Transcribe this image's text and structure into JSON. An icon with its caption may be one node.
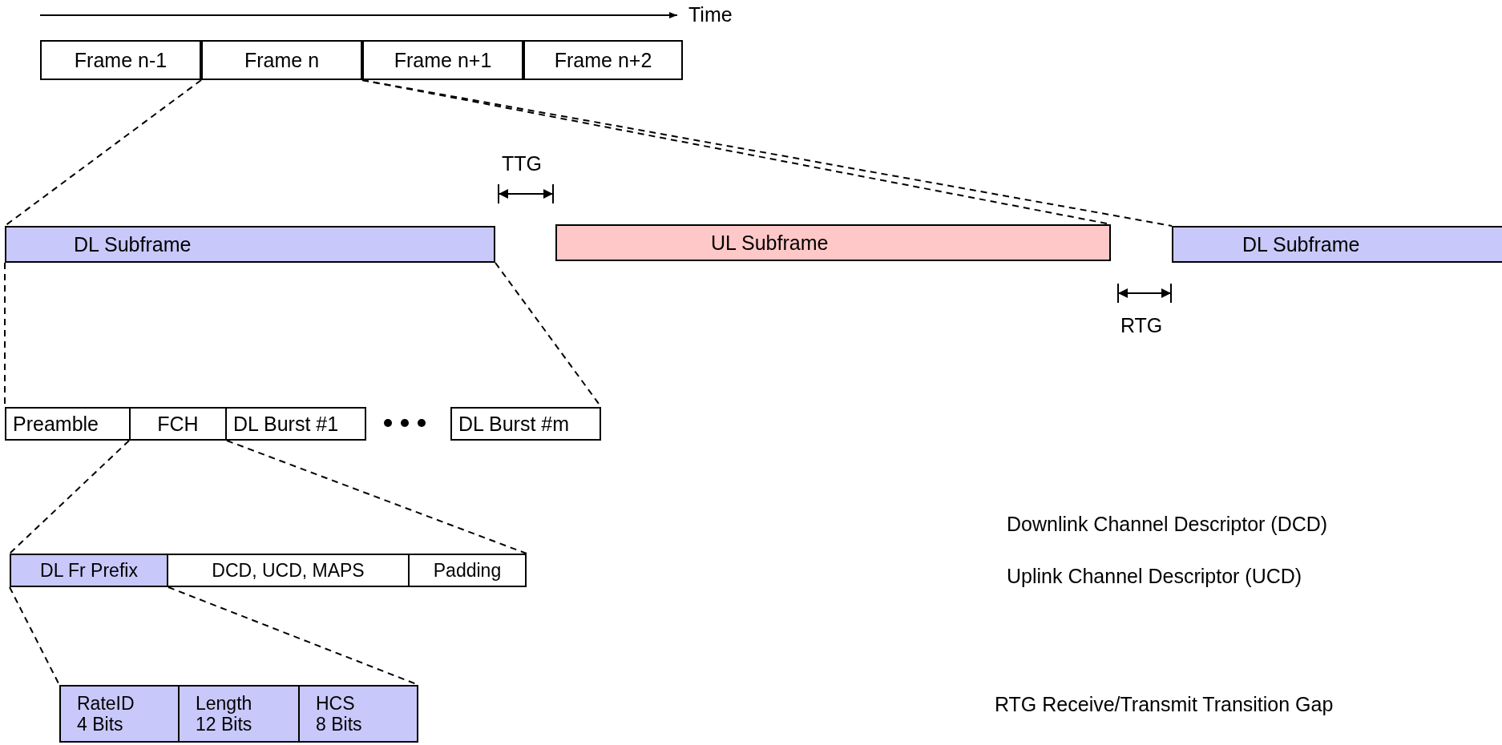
{
  "diagram": {
    "nodes": [
      {
        "text": [
          "Frame n-1"
        ]
      },
      {
        "text": [
          "Frame n"
        ]
      },
      {
        "text": [
          "Frame n+1"
        ]
      },
      {
        "text": [
          "Frame n+2"
        ]
      },
      {
        "text": [
          "DL Subframe"
        ]
      },
      {
        "text": [
          "UL Subframe"
        ]
      },
      {
        "text": [
          "DL Subframe"
        ]
      },
      {
        "text": [
          "Preamble"
        ]
      },
      {
        "text": [
          "FCH"
        ]
      },
      {
        "text": [
          "DL Burst #1"
        ]
      },
      {
        "text": [
          "DL Burst #m"
        ]
      },
      {
        "text": [
          "DL Fr Prefix"
        ]
      },
      {
        "text": [
          "DCD, UCD, MAPS"
        ]
      },
      {
        "text": [
          "Padding"
        ]
      },
      {
        "text": [
          "RateID",
          "4 Bits"
        ]
      },
      {
        "text": [
          "Length",
          "12 Bits"
        ]
      },
      {
        "text": [
          "HCS",
          "8 Bits"
        ]
      }
    ],
    "edges": [
      {
        "from": 1,
        "to": 4,
        "arrow": "none",
        "style": "dashed"
      },
      {
        "from": 1,
        "to": 5,
        "arrow": "none",
        "style": "dashed"
      },
      {
        "from": 1,
        "to": 6,
        "arrow": "none",
        "style": "dashed"
      },
      {
        "from": 4,
        "to": 7,
        "arrow": "none",
        "style": "dashed"
      },
      {
        "from": 4,
        "to": 10,
        "arrow": "none",
        "style": "dashed"
      },
      {
        "from": 8,
        "to": 11,
        "arrow": "none",
        "style": "dashed"
      },
      {
        "from": 8,
        "to": 13,
        "arrow": "none",
        "style": "dashed"
      },
      {
        "from": 11,
        "to": 14,
        "arrow": "none",
        "style": "dashed"
      },
      {
        "from": 11,
        "to": 16,
        "arrow": "none",
        "style": "dashed"
      }
    ],
    "labels": [
      "Time",
      "TTG",
      "RTG",
      "Downlink Channel Descriptor (DCD)",
      "Uplink Channel Descriptor (UCD)",
      "RTG Receive/Transmit Transition Gap"
    ]
  }
}
